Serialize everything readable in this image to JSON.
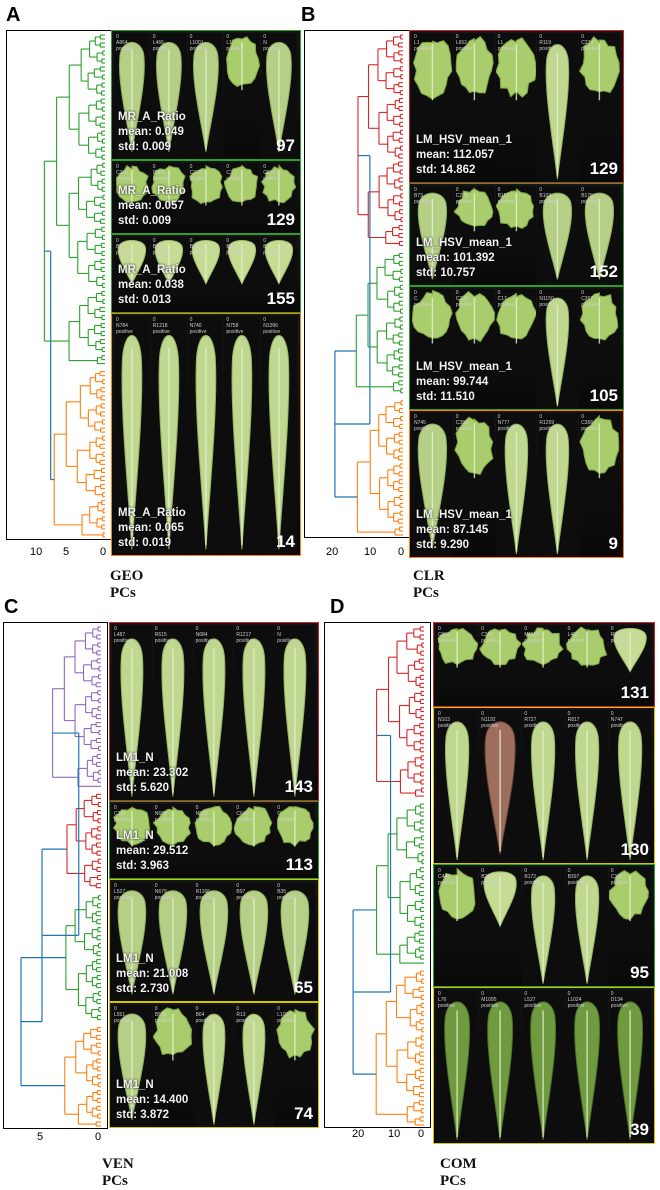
{
  "panels": [
    {
      "letter": "A",
      "caption": "GEO PCs",
      "ticks": [
        "10",
        "5",
        "0"
      ],
      "branch_colors": [
        "#2ca02c",
        "#ff7f0e"
      ],
      "clusters": [
        {
          "color": "#2ca02c",
          "metric": "MR_A_Ratio",
          "mean": "mean: 0.049",
          "std": "std: 0.009",
          "count": "97",
          "tiles": [
            {
              "label": "0\nA864\npositive",
              "shape": "oval"
            },
            {
              "label": "0\nL466\npositive",
              "shape": "oval"
            },
            {
              "label": "0\nL1001\npositive",
              "shape": "oval"
            },
            {
              "label": "0\nL1\npositive",
              "shape": "frilly"
            },
            {
              "label": "0\nN\npositive",
              "shape": "oval"
            }
          ]
        },
        {
          "color": "#2ca02c",
          "metric": "MR_A_Ratio",
          "mean": "mean: 0.057",
          "std": "std: 0.009",
          "count": "129",
          "tiles": [
            {
              "label": "0\nC318\npositive",
              "shape": "frilly"
            },
            {
              "label": "0\nC309\npositive",
              "shape": "frilly"
            },
            {
              "label": "0\nC379\npositive",
              "shape": "frilly"
            },
            {
              "label": "0\nC3\npositive",
              "shape": "frilly"
            },
            {
              "label": "0\nC330\npositive",
              "shape": "frilly"
            }
          ]
        },
        {
          "color": "#2ca02c",
          "metric": "MR_A_Ratio",
          "mean": "mean: 0.038",
          "std": "std: 0.013",
          "count": "155",
          "tiles": [
            {
              "label": "0\nB4\npositive",
              "shape": "round"
            },
            {
              "label": "0\nB92\npositive",
              "shape": "round"
            },
            {
              "label": "0\nB161\npositive",
              "shape": "round"
            },
            {
              "label": "0\nB165\npositive",
              "shape": "round"
            },
            {
              "label": "0\nB1\npositive",
              "shape": "round"
            }
          ]
        },
        {
          "color": "#ff7f0e",
          "metric": "MR_A_Ratio",
          "mean": "mean: 0.065",
          "std": "std: 0.019",
          "count": "14",
          "tiles": [
            {
              "label": "0\nN784\npositive",
              "shape": "long"
            },
            {
              "label": "0\nR1218\npositive",
              "shape": "long"
            },
            {
              "label": "0\nN740\npositive",
              "shape": "long"
            },
            {
              "label": "0\nN758\npositive",
              "shape": "long"
            },
            {
              "label": "0\nN1096\npositive",
              "shape": "long"
            }
          ]
        }
      ]
    },
    {
      "letter": "B",
      "caption": "CLR PCs",
      "ticks": [
        "20",
        "10",
        "0"
      ],
      "branch_colors": [
        "#d62728",
        "#2ca02c",
        "#ff7f0e"
      ],
      "clusters": [
        {
          "color": "#d62728",
          "metric": "LM_HSV_mean_1",
          "mean": "mean: 112.057",
          "std": "std: 14.862",
          "count": "129",
          "tiles": [
            {
              "label": "0\nL1\npositive",
              "shape": "frilly"
            },
            {
              "label": "0\nL652\npositive",
              "shape": "frilly"
            },
            {
              "label": "0\nL1\npositive",
              "shape": "frilly"
            },
            {
              "label": "0\nR119\npositive",
              "shape": "long"
            },
            {
              "label": "0\nC334\npositive",
              "shape": "frilly"
            }
          ]
        },
        {
          "color": "#2ca02c",
          "metric": "LM_HSV_mean_1",
          "mean": "mean: 101.392",
          "std": "std: 10.757",
          "count": "152",
          "tiles": [
            {
              "label": "0\nB73\npositive",
              "shape": "oval"
            },
            {
              "label": "0\nC206\npositive",
              "shape": "frilly"
            },
            {
              "label": "0\nB157\npositive",
              "shape": "frilly"
            },
            {
              "label": "0\nB103\npositive",
              "shape": "oval"
            },
            {
              "label": "0\nB176\npositive",
              "shape": "oval"
            }
          ]
        },
        {
          "color": "#2ca02c",
          "metric": "LM_HSV_mean_1",
          "mean": "mean: 99.744",
          "std": "std: 11.510",
          "count": "105",
          "tiles": [
            {
              "label": "0\nC\npositive",
              "shape": "frilly"
            },
            {
              "label": "0\nC204\npositive",
              "shape": "frilly"
            },
            {
              "label": "0\nC17\npositive",
              "shape": "frilly"
            },
            {
              "label": "0\nN1150\npositive",
              "shape": "long"
            },
            {
              "label": "0\nC367\npositive",
              "shape": "frilly"
            }
          ]
        },
        {
          "color": "#ff7f0e",
          "metric": "LM_HSV_mean_1",
          "mean": "mean: 87.145",
          "std": "std: 9.290",
          "count": "9",
          "tiles": [
            {
              "label": "0\nN745\npositive",
              "shape": "oval"
            },
            {
              "label": "0\nC359\npositive",
              "shape": "frilly"
            },
            {
              "label": "0\nN777\npositive",
              "shape": "long"
            },
            {
              "label": "0\nR1259\npositive",
              "shape": "long"
            },
            {
              "label": "0\nC366\npositive",
              "shape": "frilly"
            }
          ]
        }
      ]
    },
    {
      "letter": "C",
      "caption": "VEN PCs",
      "ticks": [
        "5",
        "0"
      ],
      "branch_colors": [
        "#9467bd",
        "#d62728",
        "#2ca02c",
        "#ff7f0e"
      ],
      "clusters": [
        {
          "color": "#d62728",
          "metric": "LM1_N",
          "mean": "mean: 23.302",
          "std": "std: 5.620",
          "count": "143",
          "tiles": [
            {
              "label": "0\nL487\npositive",
              "shape": "long"
            },
            {
              "label": "0\nR615\npositive",
              "shape": "long"
            },
            {
              "label": "0\nN684\npositive",
              "shape": "long"
            },
            {
              "label": "0\nR1217\npositive",
              "shape": "long"
            },
            {
              "label": "0\nN\npositive",
              "shape": "long"
            }
          ]
        },
        {
          "color": "#2ca02c",
          "metric": "LM1_N",
          "mean": "mean: 29.512",
          "std": "std: 3.963",
          "count": "113",
          "tiles": [
            {
              "label": "0\nC356\npositive",
              "shape": "frilly"
            },
            {
              "label": "0\nN680\npositive",
              "shape": "frilly"
            },
            {
              "label": "0\nN580\npositive",
              "shape": "frilly"
            },
            {
              "label": "0\nC640\npositive",
              "shape": "frilly"
            },
            {
              "label": "0\nC\npositive",
              "shape": "frilly"
            }
          ]
        },
        {
          "color": "#d4c300",
          "metric": "LM1_N",
          "mean": "mean: 21.008",
          "std": "std: 2.730",
          "count": "65",
          "tiles": [
            {
              "label": "0\nL527\npositive",
              "shape": "oval"
            },
            {
              "label": "0\nN679\npositive",
              "shape": "oval"
            },
            {
              "label": "0\nR1166\npositive",
              "shape": "oval"
            },
            {
              "label": "0\nB97\npositive",
              "shape": "oval"
            },
            {
              "label": "0\nB35\npositive",
              "shape": "oval"
            }
          ]
        },
        {
          "color": "#d4c300",
          "metric": "LM1_N",
          "mean": "mean: 14.400",
          "std": "std: 3.872",
          "count": "74",
          "tiles": [
            {
              "label": "0\nL551\npositive",
              "shape": "oval"
            },
            {
              "label": "0\nB588\npositive",
              "shape": "frilly"
            },
            {
              "label": "0\nB64\npositive",
              "shape": "long"
            },
            {
              "label": "0\nR13\npositive",
              "shape": "long"
            },
            {
              "label": "0\nL1009\npositive",
              "shape": "frilly"
            }
          ]
        }
      ]
    },
    {
      "letter": "D",
      "caption": "COM PCs",
      "ticks": [
        "20",
        "10",
        "0"
      ],
      "branch_colors": [
        "#d62728",
        "#2ca02c",
        "#ff7f0e"
      ],
      "clusters": [
        {
          "color": "#d62728",
          "count": "131",
          "tiles": [
            {
              "label": "0\nC365\npositive",
              "shape": "frilly"
            },
            {
              "label": "0\nC366\npositive",
              "shape": "frilly"
            },
            {
              "label": "0\nM1107\npositive",
              "shape": "frilly"
            },
            {
              "label": "0\nL463\npositive",
              "shape": "frilly"
            },
            {
              "label": "0\nR200\npositive",
              "shape": "round"
            }
          ]
        },
        {
          "color": "#d4c300",
          "count": "130",
          "tiles": [
            {
              "label": "0\nN103\npositive",
              "shape": "long"
            },
            {
              "label": "0\nN1192\npositive",
              "shape": "red"
            },
            {
              "label": "0\nR727\npositive",
              "shape": "long"
            },
            {
              "label": "0\nR817\npositive",
              "shape": "long"
            },
            {
              "label": "0\nN747\npositive",
              "shape": "long"
            }
          ]
        },
        {
          "color": "#2ca02c",
          "count": "95",
          "tiles": [
            {
              "label": "0\nC440\npositive",
              "shape": "frilly"
            },
            {
              "label": "0\nB200\npositive",
              "shape": "round"
            },
            {
              "label": "0\nB172\npositive",
              "shape": "long"
            },
            {
              "label": "0\nB397\npositive",
              "shape": "long"
            },
            {
              "label": "0\nC366\npositive",
              "shape": "frilly"
            }
          ]
        },
        {
          "color": "#d4c300",
          "count": "39",
          "tiles": [
            {
              "label": "0\nL76\npositive",
              "shape": "dark"
            },
            {
              "label": "0\nM1095\npositive",
              "shape": "dark"
            },
            {
              "label": "0\nL527\npositive",
              "shape": "dark"
            },
            {
              "label": "0\nL1024\npositive",
              "shape": "dark"
            },
            {
              "label": "0\nD134\npositive",
              "shape": "dark"
            }
          ]
        }
      ]
    }
  ]
}
